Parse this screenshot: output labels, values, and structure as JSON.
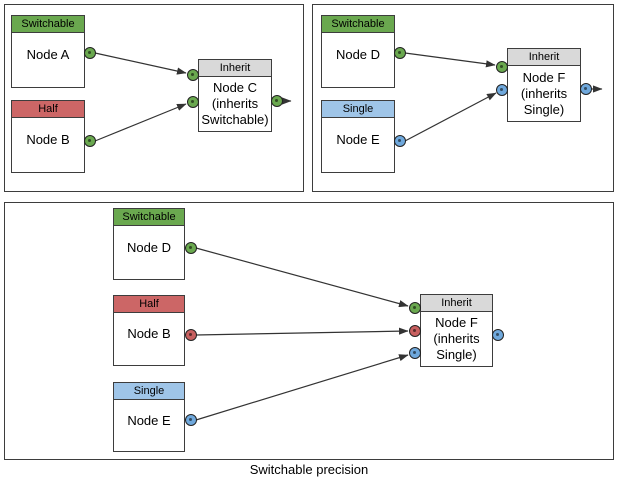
{
  "caption": "Switchable precision",
  "colors": {
    "switchable_green": "#6aa84f",
    "half_red": "#cc6666",
    "single_blue": "#9fc5e8",
    "inherit_gray": "#d9d9d9",
    "port_green": "#6aa84f",
    "port_red": "#c75f5f",
    "port_blue": "#6fa8dc",
    "outline": "#3d3d3d"
  },
  "panels": {
    "top_left": {
      "node_a": {
        "type_label": "Switchable",
        "name": "Node A"
      },
      "node_b": {
        "type_label": "Half",
        "name": "Node B"
      },
      "node_c": {
        "type_label": "Inherit",
        "name": "Node C (inherits Switchable)"
      }
    },
    "top_right": {
      "node_d": {
        "type_label": "Switchable",
        "name": "Node D"
      },
      "node_e": {
        "type_label": "Single",
        "name": "Node E"
      },
      "node_f": {
        "type_label": "Inherit",
        "name": "Node F (inherits Single)"
      }
    },
    "bottom": {
      "node_d": {
        "type_label": "Switchable",
        "name": "Node D"
      },
      "node_b": {
        "type_label": "Half",
        "name": "Node B"
      },
      "node_e": {
        "type_label": "Single",
        "name": "Node E"
      },
      "node_f": {
        "type_label": "Inherit",
        "name": "Node F (inherits Single)"
      }
    }
  }
}
